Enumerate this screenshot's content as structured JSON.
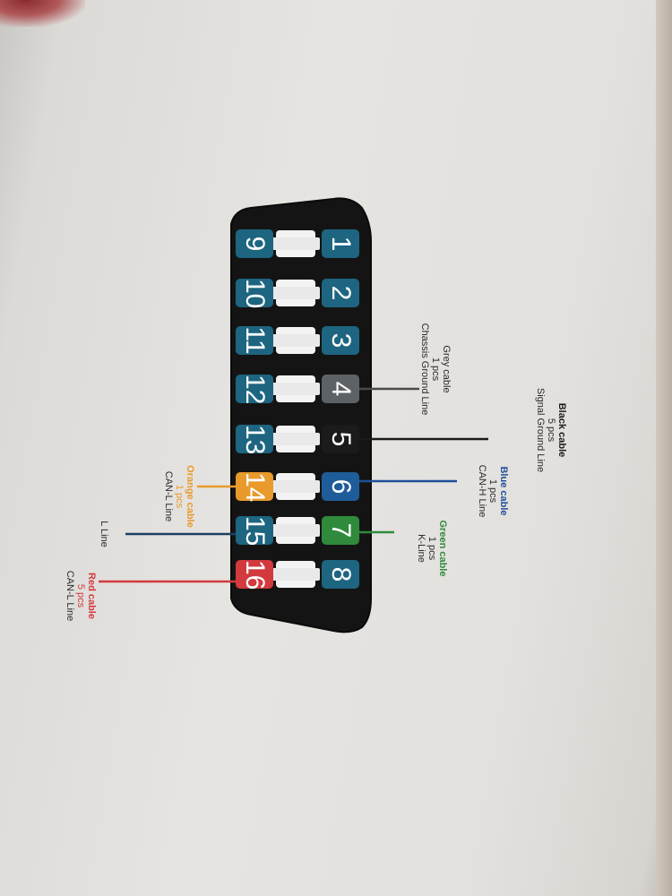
{
  "pins": [
    {
      "num": "1",
      "color": "#1d6580"
    },
    {
      "num": "2",
      "color": "#1d6580"
    },
    {
      "num": "3",
      "color": "#1d6580"
    },
    {
      "num": "4",
      "color": "#5d6266"
    },
    {
      "num": "5",
      "color": "#1b1b1b"
    },
    {
      "num": "6",
      "color": "#1f5d9a"
    },
    {
      "num": "7",
      "color": "#2f8a3c"
    },
    {
      "num": "8",
      "color": "#1d6580"
    },
    {
      "num": "9",
      "color": "#1d6580"
    },
    {
      "num": "10",
      "color": "#1d6580"
    },
    {
      "num": "11",
      "color": "#1d6580"
    },
    {
      "num": "12",
      "color": "#1d6580"
    },
    {
      "num": "13",
      "color": "#1d6580"
    },
    {
      "num": "14",
      "color": "#e89a2c"
    },
    {
      "num": "15",
      "color": "#1d6580"
    },
    {
      "num": "16",
      "color": "#d23a3e"
    }
  ],
  "labels": {
    "black": {
      "title": "Black cable",
      "qty": "5 pcs",
      "line": "Signal Ground Line",
      "color": "#1b1b1b"
    },
    "grey": {
      "title": "Grey cable",
      "qty": "1 pcs",
      "line": "Chassis Ground Line",
      "color": "#333333"
    },
    "blue": {
      "title": "Blue cable",
      "qty": "1 pcs",
      "line": "CAN-H Line",
      "color": "#1f4f9a"
    },
    "green": {
      "title": "Green cable",
      "qty": "1 pcs",
      "line": "K-Line",
      "color": "#2f8a3c"
    },
    "orange": {
      "title": "Orange cable",
      "qty": "1 pcs",
      "line": "CAN-L Line",
      "color": "#e89a2c"
    },
    "lline": {
      "title": "",
      "qty": "",
      "line": "L Line",
      "color": "#1d3f63"
    },
    "red": {
      "title": "Red cable",
      "qty": "5 pcs",
      "line": "CAN-L Line",
      "color": "#d23a3e"
    }
  }
}
